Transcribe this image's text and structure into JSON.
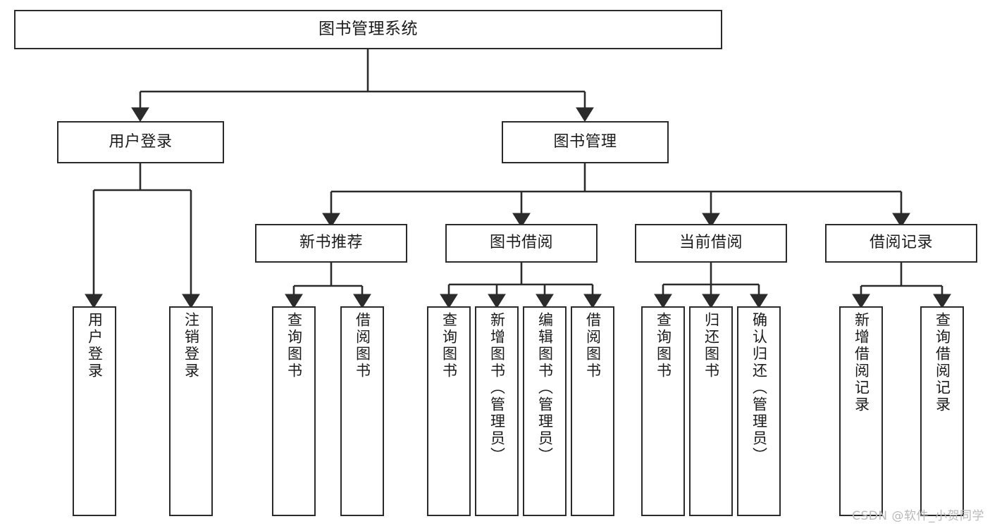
{
  "diagram": {
    "type": "tree-hierarchy-flowchart",
    "title": "图书管理系统",
    "stroke_color": "#2b2b2b",
    "text_color": "#1b1b1b",
    "background_color": "#ffffff",
    "root": {
      "id": "root",
      "label": "图书管理系统"
    },
    "level2": [
      {
        "id": "user-login",
        "label": "用户登录"
      },
      {
        "id": "book-manage",
        "label": "图书管理"
      }
    ],
    "level3": [
      {
        "id": "new-book-recommend",
        "label": "新书推荐",
        "parent": "book-manage"
      },
      {
        "id": "book-borrow",
        "label": "图书借阅",
        "parent": "book-manage"
      },
      {
        "id": "current-borrow",
        "label": "当前借阅",
        "parent": "book-manage"
      },
      {
        "id": "borrow-record",
        "label": "借阅记录",
        "parent": "book-manage"
      }
    ],
    "leaves": {
      "user-login": [
        {
          "id": "leaf-user-login",
          "label": "用户登录"
        },
        {
          "id": "leaf-logout-login",
          "label": "注销登录"
        }
      ],
      "new-book-recommend": [
        {
          "id": "leaf-query-book-1",
          "label": "查询图书"
        },
        {
          "id": "leaf-borrow-book-1",
          "label": "借阅图书"
        }
      ],
      "book-borrow": [
        {
          "id": "leaf-query-book-2",
          "label": "查询图书"
        },
        {
          "id": "leaf-add-book",
          "label": "新增图书（管理员）"
        },
        {
          "id": "leaf-edit-book",
          "label": "编辑图书（管理员）"
        },
        {
          "id": "leaf-borrow-book-2",
          "label": "借阅图书"
        }
      ],
      "current-borrow": [
        {
          "id": "leaf-query-book-3",
          "label": "查询图书"
        },
        {
          "id": "leaf-return-book",
          "label": "归还图书"
        },
        {
          "id": "leaf-confirm-return",
          "label": "确认归还（管理员）"
        }
      ],
      "borrow-record": [
        {
          "id": "leaf-add-record",
          "label": "新增借阅记录"
        },
        {
          "id": "leaf-query-record",
          "label": "查询借阅记录"
        }
      ]
    }
  },
  "watermark": {
    "text": "CSDN @软件_小贺同学"
  }
}
